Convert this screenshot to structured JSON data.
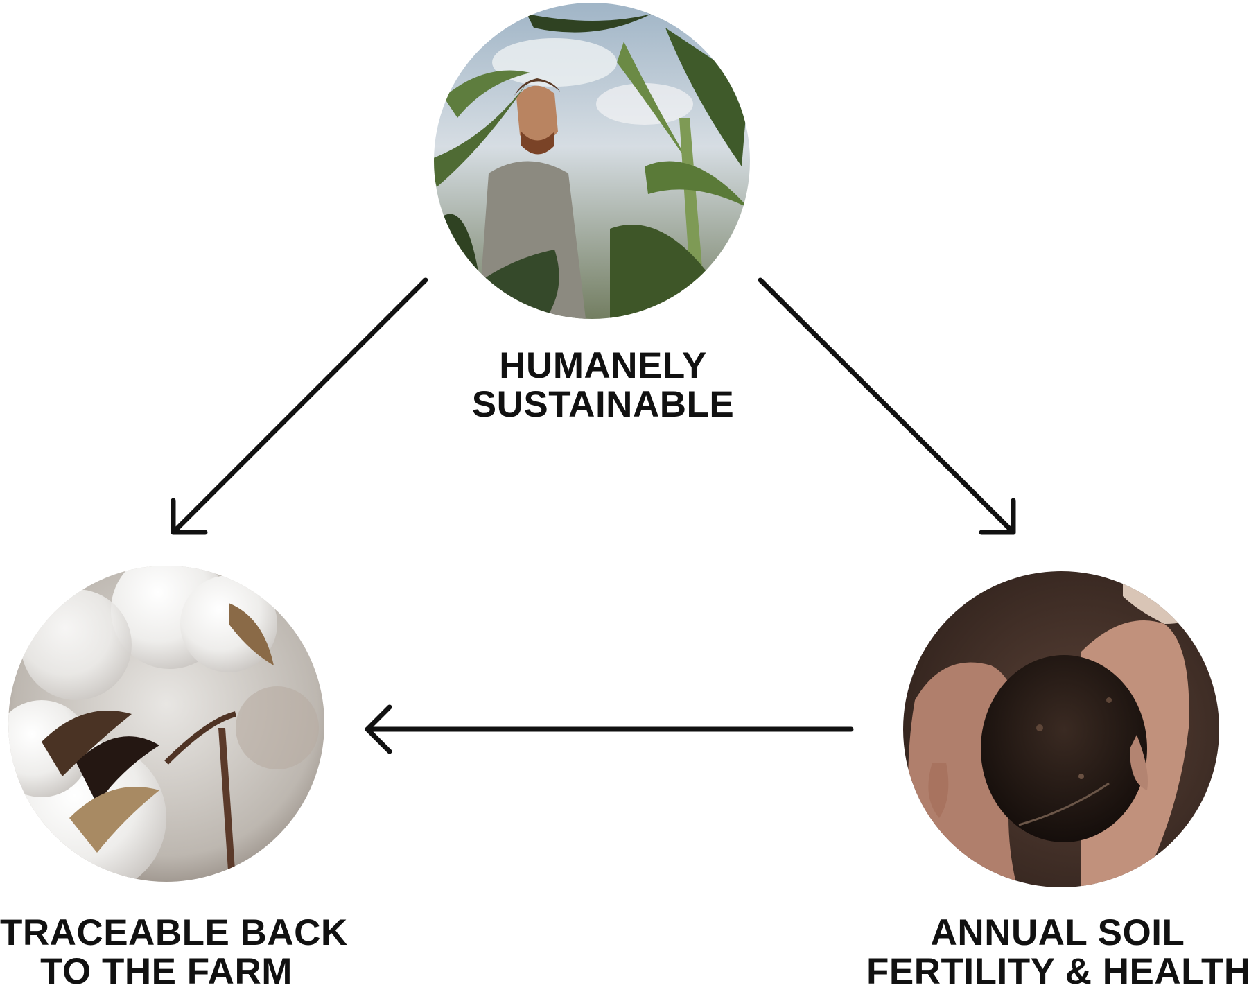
{
  "nodes": {
    "top": {
      "lines": [
        "HUMANELY",
        "SUSTAINABLE"
      ],
      "photo": "farmer-in-cornfield"
    },
    "left": {
      "lines": [
        "TRACEABLE BACK",
        "TO THE FARM"
      ],
      "photo": "cotton-bolls"
    },
    "right": {
      "lines": [
        "ANNUAL SOIL",
        "FERTILITY & HEALTH"
      ],
      "photo": "hands-holding-soil"
    }
  },
  "arrows": [
    {
      "from": "top",
      "to": "left"
    },
    {
      "from": "top",
      "to": "right"
    },
    {
      "from": "right",
      "to": "left"
    }
  ],
  "colors": {
    "ink": "#111111",
    "background": "#ffffff"
  }
}
